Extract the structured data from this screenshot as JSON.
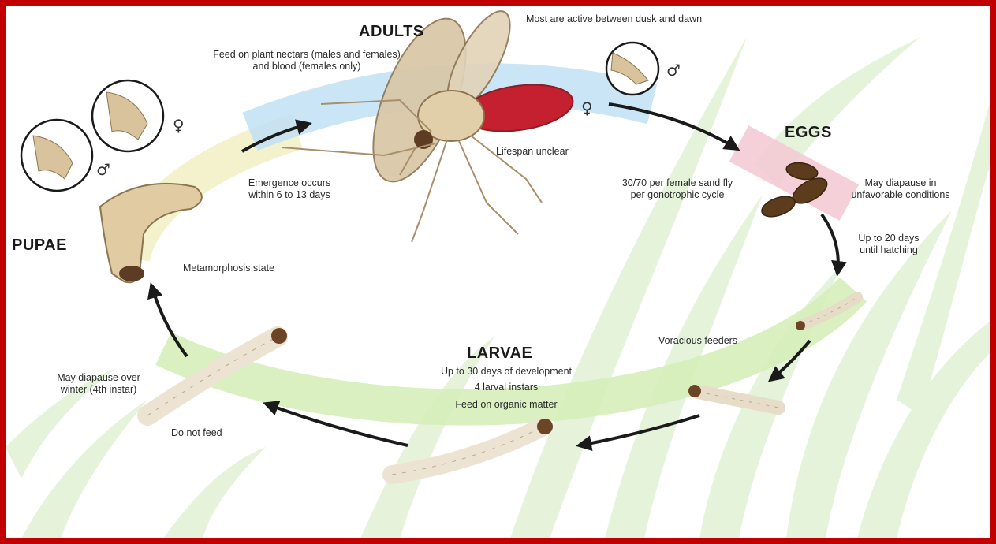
{
  "stages": {
    "adults": {
      "title": "ADULTS",
      "feed_line1": "Feed on plant nectars (males and females)",
      "feed_line2": "and blood (females only)",
      "activity": "Most are active between dusk and dawn",
      "lifespan": "Lifespan unclear",
      "male_symbol": "♂",
      "female_symbol": "♀"
    },
    "eggs": {
      "title": "EGGS",
      "count_line1": "30/70 per female sand fly",
      "count_line2": "per gonotrophic cycle",
      "diapause_line1": "May diapause in",
      "diapause_line2": "unfavorable conditions",
      "hatch_line1": "Up to 20 days",
      "hatch_line2": "until hatching"
    },
    "larvae": {
      "title": "LARVAE",
      "dev": "Up to 30 days of development",
      "instars": "4 larval instars",
      "feed": "Feed on organic matter",
      "voracious": "Voracious feeders",
      "no_feed": "Do not feed",
      "diapause_line1": "May diapause over",
      "diapause_line2": "winter (4th instar)"
    },
    "pupae": {
      "title": "PUPAE",
      "emerge_line1": "Emergence occurs",
      "emerge_line2": "within 6 to 13 days",
      "meta": "Metamorphosis state",
      "female_symbol": "♀",
      "male_symbol": "♂"
    }
  },
  "colors": {
    "frame": "#c00000",
    "adults_band": "#bfe0f4",
    "eggs_band": "#f4c8d2",
    "larvae_band": "#d6efb8",
    "pupae_band": "#f3efc4",
    "grass": "#dff0d0",
    "arrow": "#1a1a1a"
  }
}
